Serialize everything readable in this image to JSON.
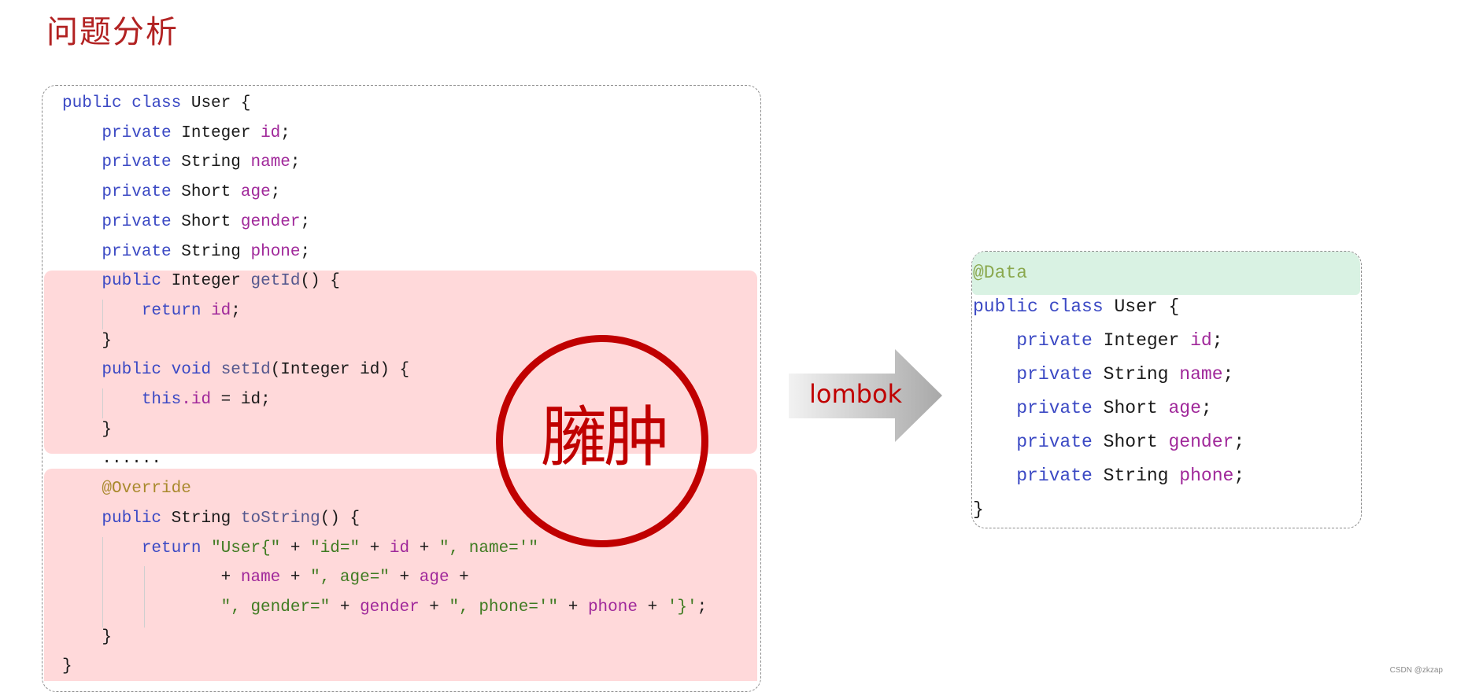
{
  "title": "问题分析",
  "left_code": {
    "class_open": [
      "public",
      " ",
      "class",
      " User {"
    ],
    "fields": [
      {
        "type": "Integer",
        "name": "id"
      },
      {
        "type": "String",
        "name": "name"
      },
      {
        "type": "Short",
        "name": "age"
      },
      {
        "type": "Short",
        "name": "gender"
      },
      {
        "type": "String",
        "name": "phone"
      }
    ],
    "getter": {
      "modifier": "public",
      "type": " Integer ",
      "method": "getId",
      "rest": "() {"
    },
    "return_kw": "return",
    "return_var": "id",
    "close_brace": "}",
    "setter": {
      "modifier": "public",
      "type": "void",
      "method": "setId",
      "rest": "(Integer id) {"
    },
    "this_kw": "this",
    "this_field": ".id",
    "assign": " = id;",
    "ellipsis": "......",
    "override": "@Override",
    "tostring": {
      "modifier": "public",
      "type": " String ",
      "method": "toString",
      "rest": "() {"
    },
    "ts_line1": [
      "return",
      " ",
      "\"User{\"",
      " + ",
      "\"id=\"",
      " + ",
      "id",
      " + ",
      "\", name='\""
    ],
    "ts_line2": [
      "+ ",
      "name",
      " + ",
      "\", age=\"",
      " + ",
      "age",
      " +"
    ],
    "ts_line3": [
      "\", gender=\"",
      " + ",
      "gender",
      " + ",
      "\", phone='\"",
      " + ",
      "phone",
      " + ",
      "'}'",
      ";"
    ],
    "final_brace": "}"
  },
  "stamp_text": "臃肿",
  "arrow_label": "lombok",
  "right_code": {
    "annotation": "@Data",
    "class_open": [
      "public",
      " ",
      "class",
      " User {"
    ],
    "fields": [
      {
        "type": "Integer",
        "name": "id"
      },
      {
        "type": "String",
        "name": "name"
      },
      {
        "type": "Short",
        "name": "age"
      },
      {
        "type": "Short",
        "name": "gender"
      },
      {
        "type": "String",
        "name": "phone"
      }
    ],
    "close_brace": "}"
  },
  "watermark": "CSDN @zkzap",
  "colors": {
    "keyword": "#3b49c4",
    "variable": "#a0289a",
    "string": "#3f7b21",
    "annotation": "#a9892d",
    "highlight_red": "#ffd9da",
    "highlight_green": "#d9f2e3",
    "stamp": "#c00000"
  }
}
